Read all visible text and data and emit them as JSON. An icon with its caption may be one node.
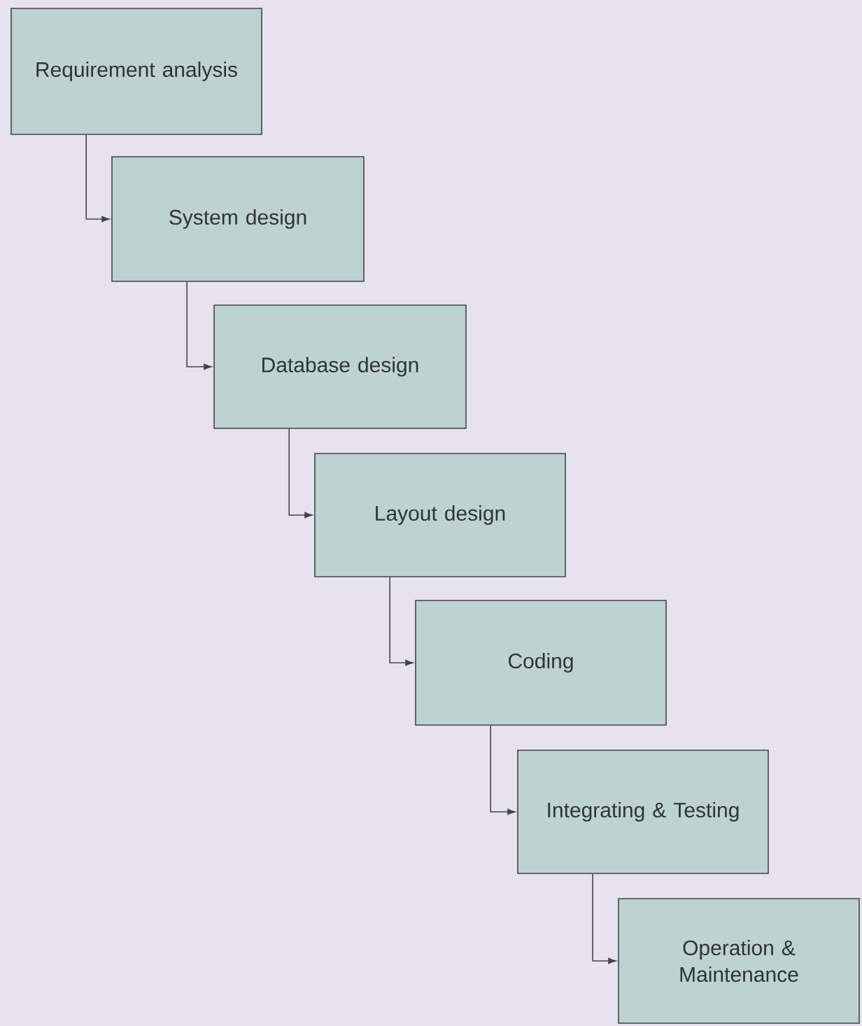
{
  "diagram": {
    "nodes": [
      {
        "text": [
          "Requirement analysis"
        ]
      },
      {
        "text": [
          "System design"
        ]
      },
      {
        "text": [
          "Database design"
        ]
      },
      {
        "text": [
          "Layout design"
        ]
      },
      {
        "text": [
          "Coding"
        ]
      },
      {
        "text": [
          "Integrating & Testing"
        ]
      },
      {
        "text": [
          "Operation & Maintenance"
        ]
      }
    ],
    "edges": [
      {
        "from": 0,
        "to": 1,
        "arrow": "to"
      },
      {
        "from": 1,
        "to": 2,
        "arrow": "to"
      },
      {
        "from": 2,
        "to": 3,
        "arrow": "to"
      },
      {
        "from": 3,
        "to": 4,
        "arrow": "to"
      },
      {
        "from": 4,
        "to": 5,
        "arrow": "to"
      },
      {
        "from": 5,
        "to": 6,
        "arrow": "to"
      }
    ]
  }
}
